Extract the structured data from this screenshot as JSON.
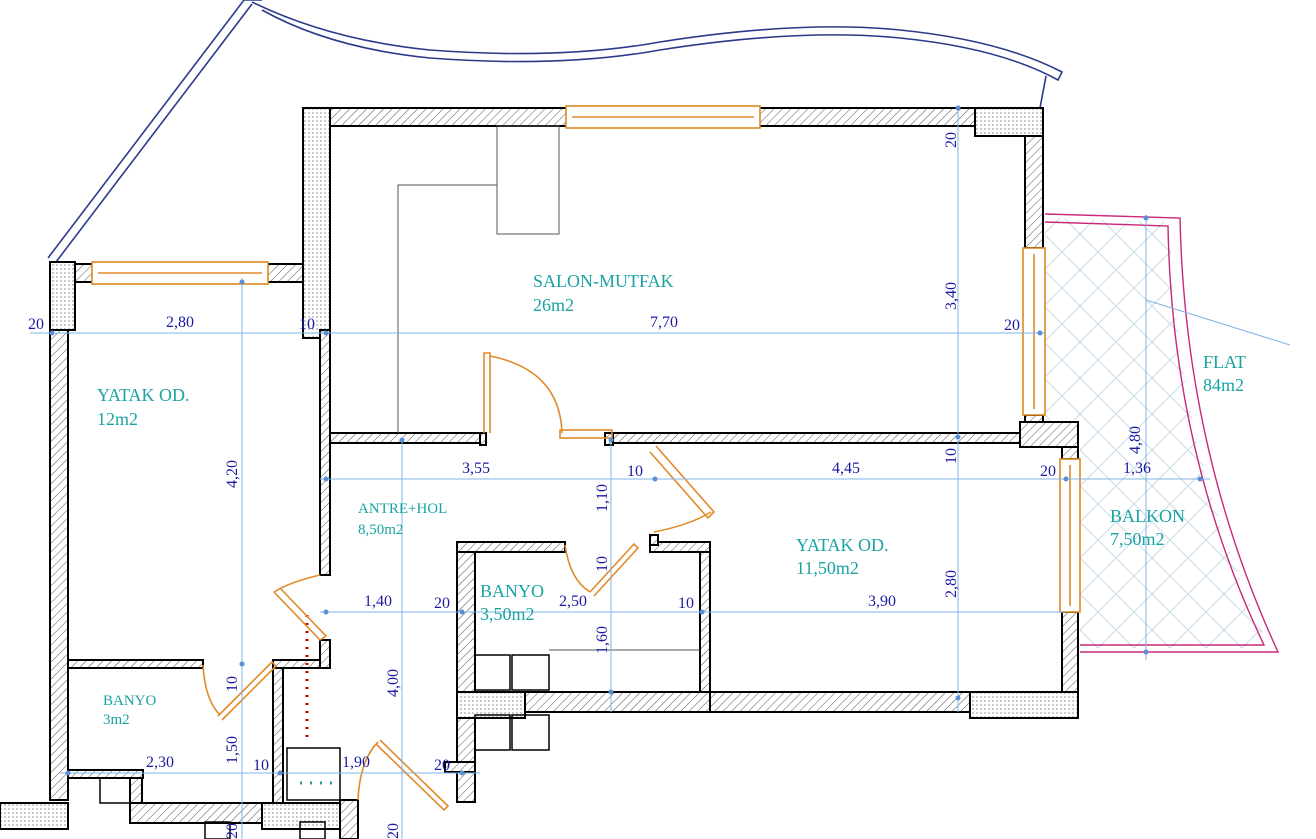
{
  "rooms": {
    "salon_name": "SALON-MUTFAK",
    "salon_area": "26m2",
    "bed1_name": "YATAK OD.",
    "bed1_area": "12m2",
    "entry_name": "ANTRE+HOL",
    "entry_area": "8,50m2",
    "bath1_name": "BANYO",
    "bath1_area": "3,50m2",
    "bed2_name": "YATAK OD.",
    "bed2_area": "11,50m2",
    "bath2_name": "BANYO",
    "bath2_area": "3m2",
    "balcony_name": "BALKON",
    "balcony_area": "7,50m2",
    "flat_name": "FLAT",
    "flat_area": "84m2"
  },
  "dimensions": {
    "d_20_left": "20",
    "d_280": "2,80",
    "d_10_top": "10",
    "d_770": "7,70",
    "d_20_right": "20",
    "d_20_top_vert": "20",
    "d_340": "3,40",
    "d_10_mid_vert": "10",
    "d_355": "3,55",
    "d_10_hall": "10",
    "d_445": "4,45",
    "d_20_bal": "20",
    "d_136": "1,36",
    "d_480": "4,80",
    "d_110": "1,10",
    "d_420": "4,20",
    "d_280_vert": "2,80",
    "d_140": "1,40",
    "d_20_bath": "20",
    "d_250": "2,50",
    "d_10_bed": "10",
    "d_390": "3,90",
    "d_10_small": "10",
    "d_160": "1,60",
    "d_400": "4,00",
    "d_10_bath2": "10",
    "d_150": "1,50",
    "d_230": "2,30",
    "d_10_bottom": "10",
    "d_190": "1,90",
    "d_20_bottom": "20",
    "d_20_b1": "20",
    "d_20_b2": "20"
  },
  "colors": {
    "room_text": "#1aa3a3",
    "dimension_text": "#1a1aa0",
    "dimension_line": "#7fb4e6",
    "door": "#e08a2a",
    "railing": "#c8287a"
  }
}
